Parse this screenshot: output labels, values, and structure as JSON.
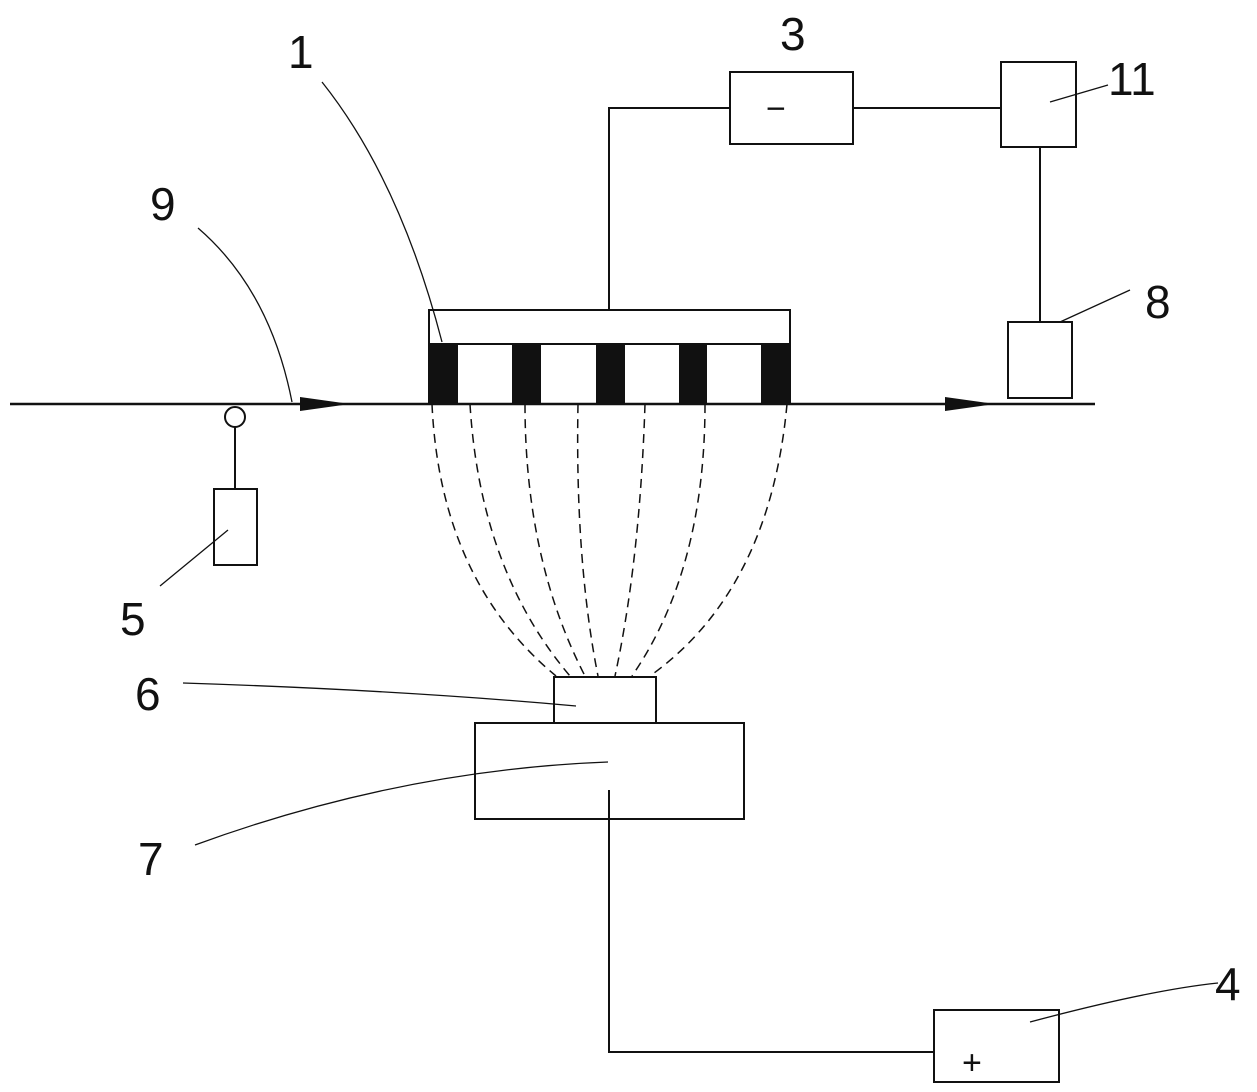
{
  "labels": {
    "l1": "1",
    "l3": "3",
    "l11": "11",
    "l9": "9",
    "l8": "8",
    "l5": "5",
    "l6": "6",
    "l7": "7",
    "l4": "4"
  },
  "symbols": {
    "negative": "−",
    "positive": "+"
  }
}
